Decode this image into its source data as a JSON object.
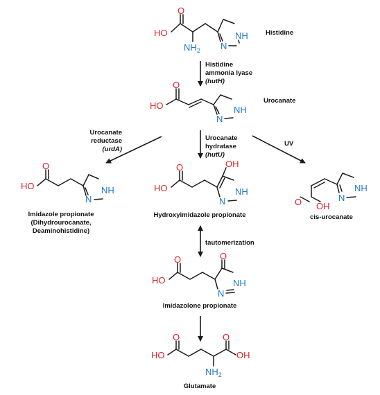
{
  "colors": {
    "oxygen": "#e0202a",
    "nitrogen": "#1e78c8",
    "bond": "#1a1a1a"
  },
  "compounds": {
    "histidine": {
      "name": "Histidine"
    },
    "urocanate": {
      "name": "Urocanate"
    },
    "imidazole_propionate": {
      "name": "Imidazole propionate",
      "alt1": "(Dihydrourocanate,",
      "alt2": "Deaminohistidine)"
    },
    "hydroxyimidazole_propionate": {
      "name": "Hydroxyimidazole  propionate"
    },
    "cis_urocanate": {
      "name": "cis-urocanate"
    },
    "imidazolone_propionate": {
      "name": "Imidazolone propionate"
    },
    "glutamate": {
      "name": "Glutamate"
    }
  },
  "atoms": {
    "HO": "HO",
    "OH": "OH",
    "O": "O",
    "NH": "NH",
    "N": "N",
    "NH2_main": "NH",
    "NH2_sub": "2"
  },
  "steps": {
    "hutH": {
      "line1": "Histidine",
      "line2": "ammonia lyase",
      "line3": "(hutH)"
    },
    "urdA": {
      "line1": "Urocanate",
      "line2": "reductase",
      "line3": "(urdA)"
    },
    "hutU": {
      "line1": "Urocanate",
      "line2": "hydratase",
      "line3": "(hutU)"
    },
    "uv": {
      "label": "UV"
    },
    "tautomerization": {
      "label": "tautomerization"
    }
  }
}
